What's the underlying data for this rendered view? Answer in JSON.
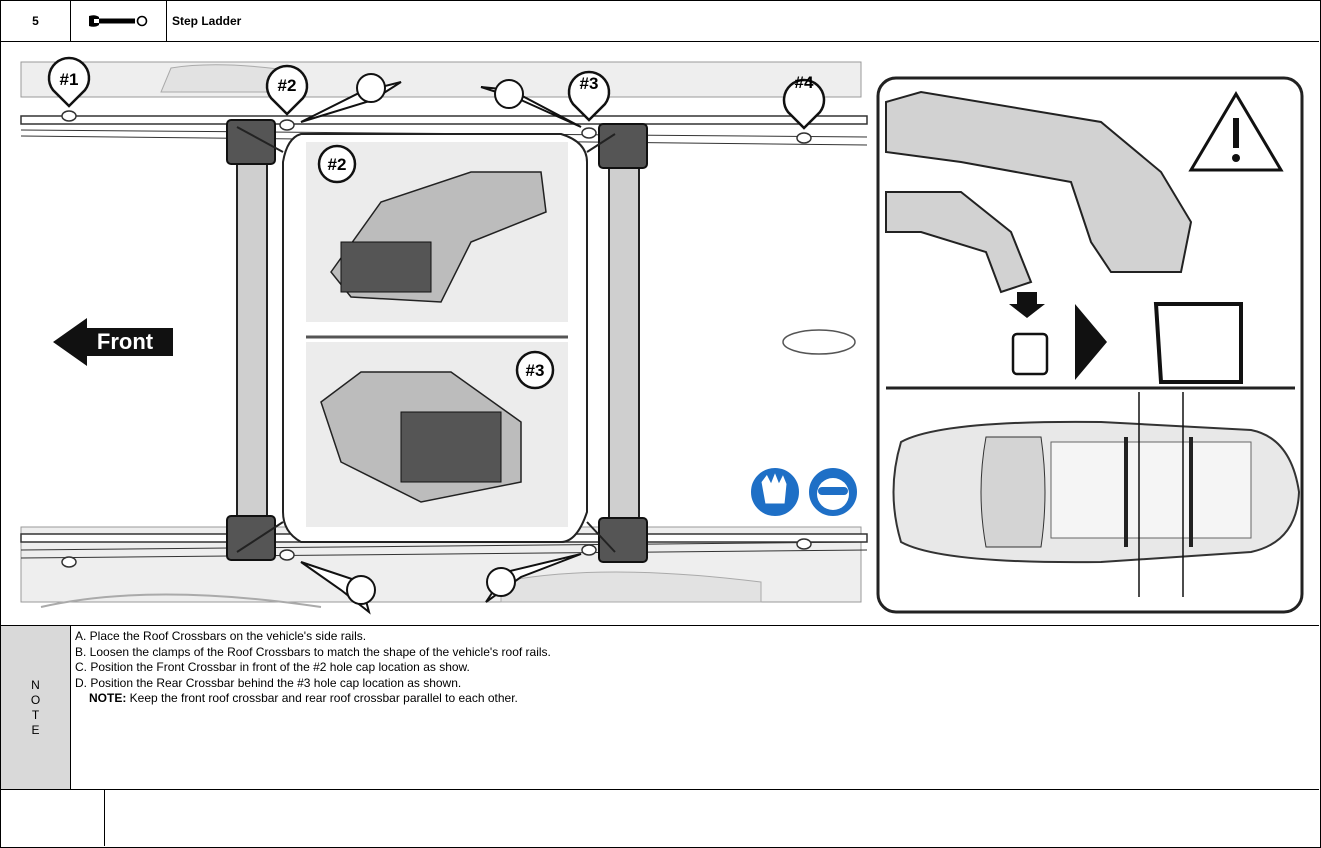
{
  "step": {
    "number": "5",
    "tool_icon": "wrench-icon",
    "tool_name": "Step Ladder"
  },
  "illustration": {
    "hole_labels": [
      "#1",
      "#2",
      "#3",
      "#4"
    ],
    "detail_labels": [
      "#2",
      "#3"
    ],
    "front_label": "Front",
    "safety_icons": [
      "gloves-icon",
      "safety-glasses-icon"
    ],
    "warning_icon": "warning-triangle-icon"
  },
  "note": {
    "label_letters": [
      "N",
      "O",
      "T",
      "E"
    ],
    "lines": [
      "A. Place the Roof Crossbars on the vehicle's side rails.",
      "B. Loosen the clamps of the Roof Crossbars to match the shape of the vehicle's roof rails.",
      "C. Position the Front Crossbar in front of the #2 hole cap location as show.",
      "D. Position the Rear Crossbar behind the #3 hole cap location as shown."
    ],
    "callout_label": "NOTE:",
    "callout_text": " Keep the front roof crossbar and rear roof crossbar parallel to each other."
  },
  "colors": {
    "note_bg": "#d9d9d9",
    "safety_blue": "#1e6fc6",
    "line": "#000000"
  }
}
